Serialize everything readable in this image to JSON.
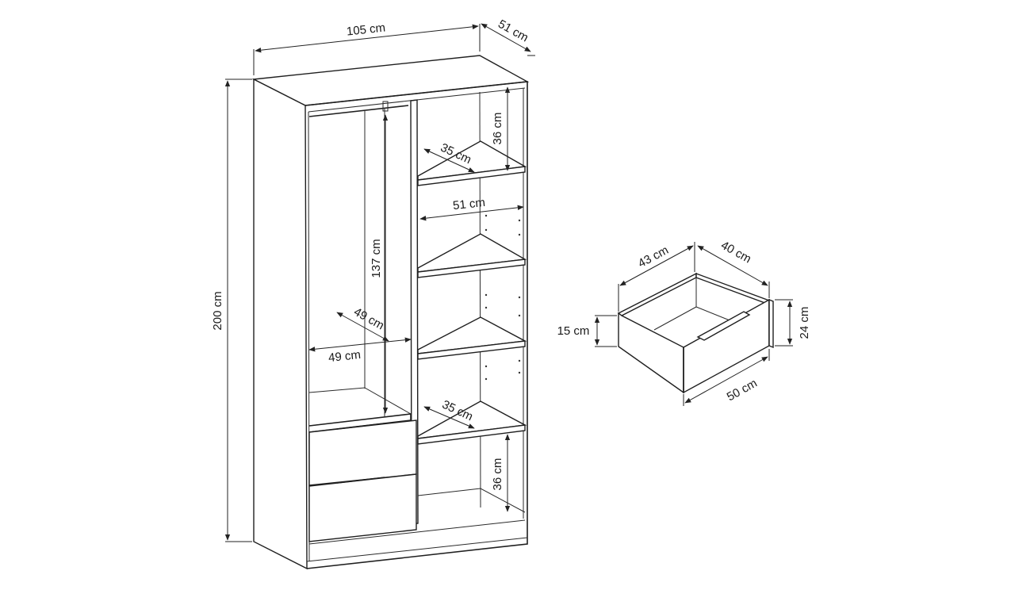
{
  "dimensions": {
    "wardrobe_width": "105 cm",
    "wardrobe_depth": "51 cm",
    "wardrobe_height": "200 cm",
    "top_shelf_gap": "36 cm",
    "top_shelf_depth": "35 cm",
    "shelf_width": "51 cm",
    "rail_height": "137 cm",
    "hanging_depth": "49 cm",
    "hanging_width": "49 cm",
    "bottom_shelf_depth": "35 cm",
    "bottom_shelf_gap": "36 cm"
  },
  "drawer": {
    "depth_top": "43 cm",
    "width_top": "40 cm",
    "side_height": "15 cm",
    "front_height": "24 cm",
    "front_width": "50 cm"
  }
}
